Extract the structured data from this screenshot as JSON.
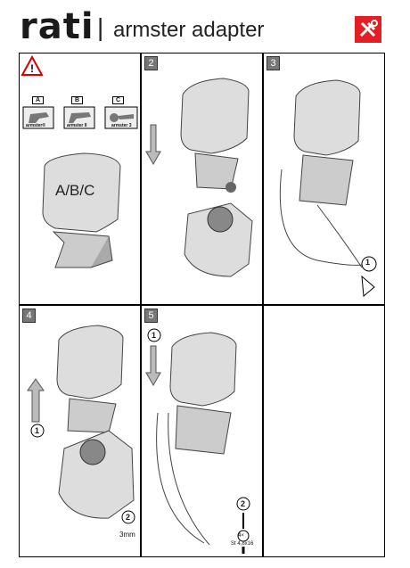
{
  "header": {
    "brand": "rati",
    "divider": "|",
    "product_light": "armster",
    "product_bold": "adapter",
    "tools_icon": "no-tools-icon",
    "accent": "#e31e24"
  },
  "panels": {
    "p1": {
      "warning_icon": "warning-icon",
      "variants": [
        {
          "letter": "A",
          "label": "armster®"
        },
        {
          "letter": "B",
          "label": "armster II"
        },
        {
          "letter": "C",
          "label": "armster 3"
        }
      ],
      "model_text": "A/B/C"
    },
    "p2": {
      "number": "2"
    },
    "p3": {
      "number": "3",
      "step": "1"
    },
    "p4": {
      "number": "4",
      "step1": "1",
      "step2": "2",
      "size": "3mm"
    },
    "p5": {
      "number": "5",
      "step1": "1",
      "step2": "2",
      "qty": "4×",
      "screw_spec": "St 4,8x16"
    }
  }
}
